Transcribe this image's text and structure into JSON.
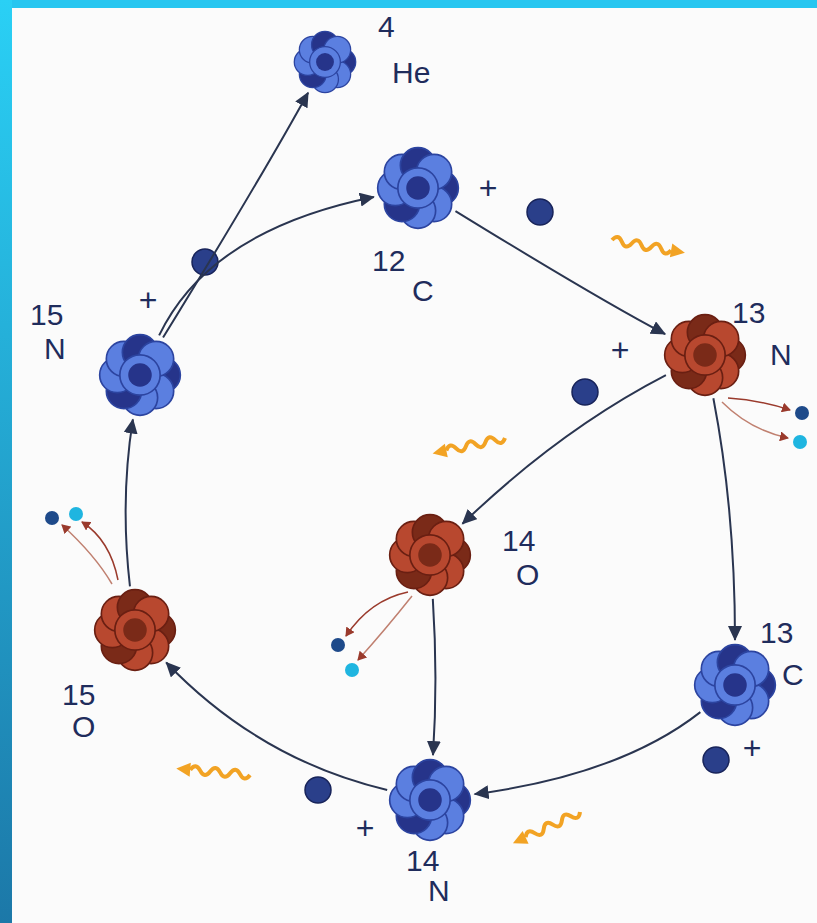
{
  "diagram": {
    "nodes": [
      {
        "text": [
          "4",
          "He"
        ]
      },
      {
        "text": [
          "12",
          "C"
        ]
      },
      {
        "text": [
          "13",
          "N"
        ]
      },
      {
        "text": [
          "14",
          "O"
        ]
      },
      {
        "text": [
          "13",
          "C"
        ]
      },
      {
        "text": [
          "15",
          "O"
        ]
      },
      {
        "text": [
          "14",
          "N"
        ]
      },
      {
        "text": [
          "15",
          "N"
        ]
      }
    ],
    "edges": [
      {
        "from": 7,
        "to": 1,
        "arrow": "to"
      },
      {
        "from": 7,
        "to": 0,
        "arrow": "to"
      },
      {
        "from": 1,
        "to": 2,
        "arrow": "to"
      },
      {
        "from": 2,
        "to": 3,
        "arrow": "to"
      },
      {
        "from": 2,
        "to": 4,
        "arrow": "to"
      },
      {
        "from": 3,
        "to": 6,
        "arrow": "to"
      },
      {
        "from": 4,
        "to": 6,
        "arrow": "to"
      },
      {
        "from": 6,
        "to": 5,
        "arrow": "to"
      },
      {
        "from": 5,
        "to": 7,
        "arrow": "to"
      }
    ],
    "labels": [
      "+",
      "+",
      "+",
      "+",
      "+"
    ]
  }
}
